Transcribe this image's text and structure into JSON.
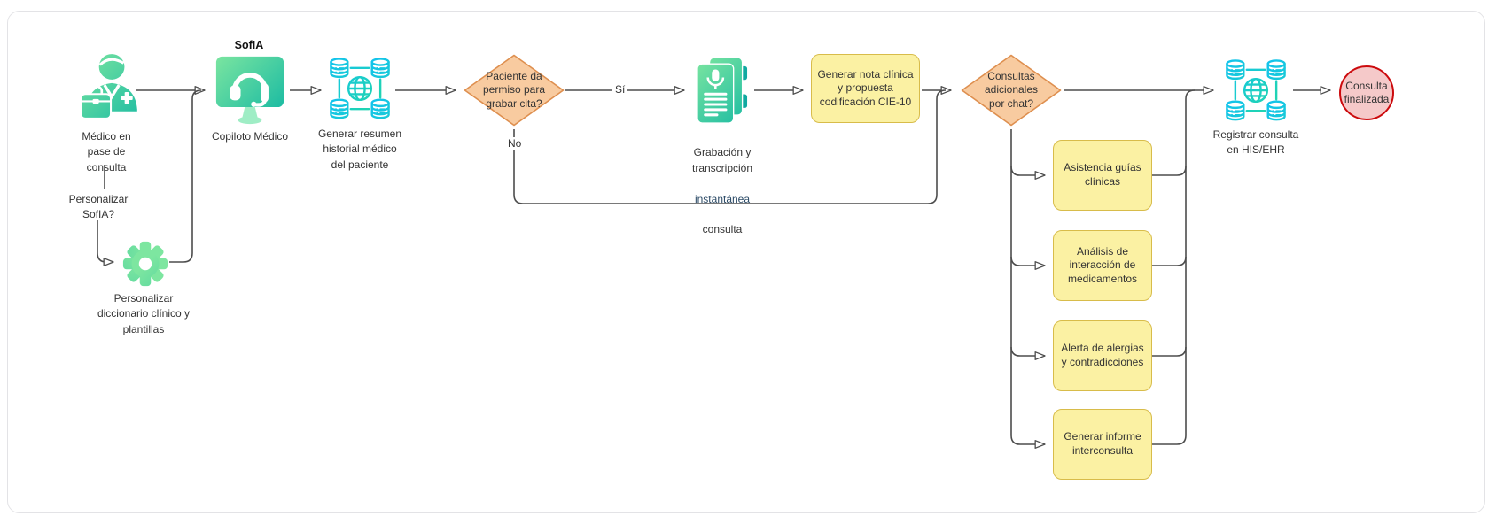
{
  "diagram": {
    "sofia_title": "SofIA",
    "yes_label": "Sí",
    "no_label": "No",
    "nodes": {
      "medico_label": "Médico en\npase de\nconsulta",
      "personalizar_question": "Personalizar\nSofIA?",
      "gear_label": "Personalizar\ndiccionario clínico y\nplantillas",
      "copiloto_label": "Copiloto Médico",
      "resumen_label": "Generar resumen\nhistorial médico\ndel paciente",
      "permiso_diamond": "Paciente da\npermiso para\ngrabar cita?",
      "grabacion_part1": "Grabación y\ntranscripción",
      "grabacion_highlight": "instantánea",
      "grabacion_part2": "consulta",
      "nota_box": "Generar nota clínica\ny propuesta\ncodificación CIE-10",
      "chat_diamond": "Consultas\nadicionales\npor chat?",
      "registrar_label": "Registrar consulta\nen HIS/EHR",
      "fin_circle": "Consulta\nfinalizada"
    },
    "chat_options": [
      "Asistencia guías\nclínicas",
      "Análisis de\ninteracción de\nmedicamentos",
      "Alerta de alergias\ny contradicciones",
      "Generar informe\ninterconsulta"
    ],
    "colors": {
      "connector": "#4d4d4d",
      "diamond_fill": "#F8CBA0",
      "diamond_border": "#DE8F4F",
      "box_fill": "#FBF1A3",
      "box_border": "#D8BC4A",
      "end_fill": "#F5C9C9",
      "end_border": "#CC0A0D",
      "icon_green_light": "#7DE6A0",
      "icon_green_dark": "#12B7A3",
      "icon_cyan": "#12C3EE",
      "icon_cyan_green": "#25DA9B"
    }
  }
}
